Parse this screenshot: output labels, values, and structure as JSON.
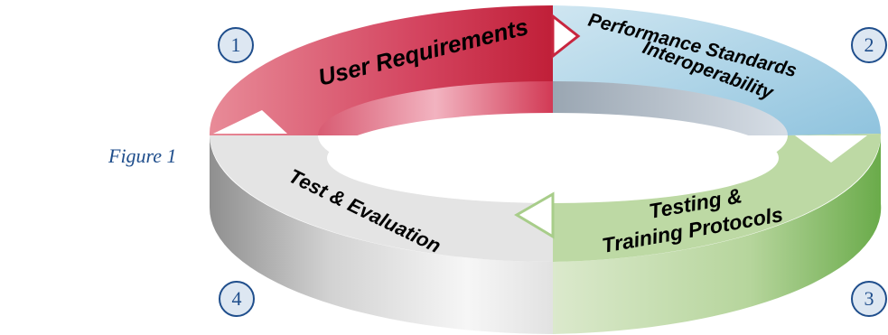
{
  "caption": "Figure 1",
  "steps": [
    {
      "number": "1",
      "label": "User Requirements"
    },
    {
      "number": "2",
      "label_line1": "Performance Standards",
      "label_line2": "Interoperability"
    },
    {
      "number": "3",
      "label_line1": "Testing &",
      "label_line2": "Training Protocols"
    },
    {
      "number": "4",
      "label": "Test & Evaluation"
    }
  ],
  "colors": {
    "step1": "#c8263f",
    "step2": "#9fcde3",
    "step3": "#a8cd8a",
    "step4": "#c9c9c9",
    "badge": "#1f4e8c"
  }
}
